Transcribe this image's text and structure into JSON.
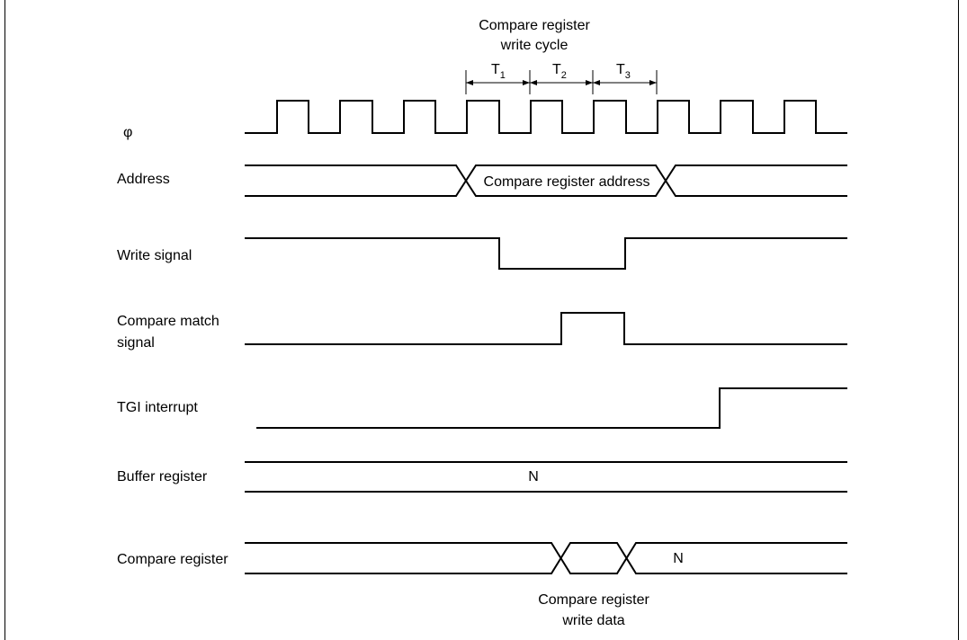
{
  "header": {
    "cycle_label_line1": "Compare register",
    "cycle_label_line2": "write cycle",
    "periods": [
      {
        "main": "T",
        "sub": "1"
      },
      {
        "main": "T",
        "sub": "2"
      },
      {
        "main": "T",
        "sub": "3"
      }
    ]
  },
  "signals": {
    "phi": "φ",
    "address": "Address",
    "address_value": "Compare register address",
    "write": "Write signal",
    "compare_match_line1": "Compare match",
    "compare_match_line2": "signal",
    "tgi": "TGI interrupt",
    "buffer": "Buffer register",
    "buffer_value": "N",
    "compare": "Compare register",
    "compare_value": "N"
  },
  "footer": {
    "write_data_line1": "Compare register",
    "write_data_line2": "write data"
  }
}
